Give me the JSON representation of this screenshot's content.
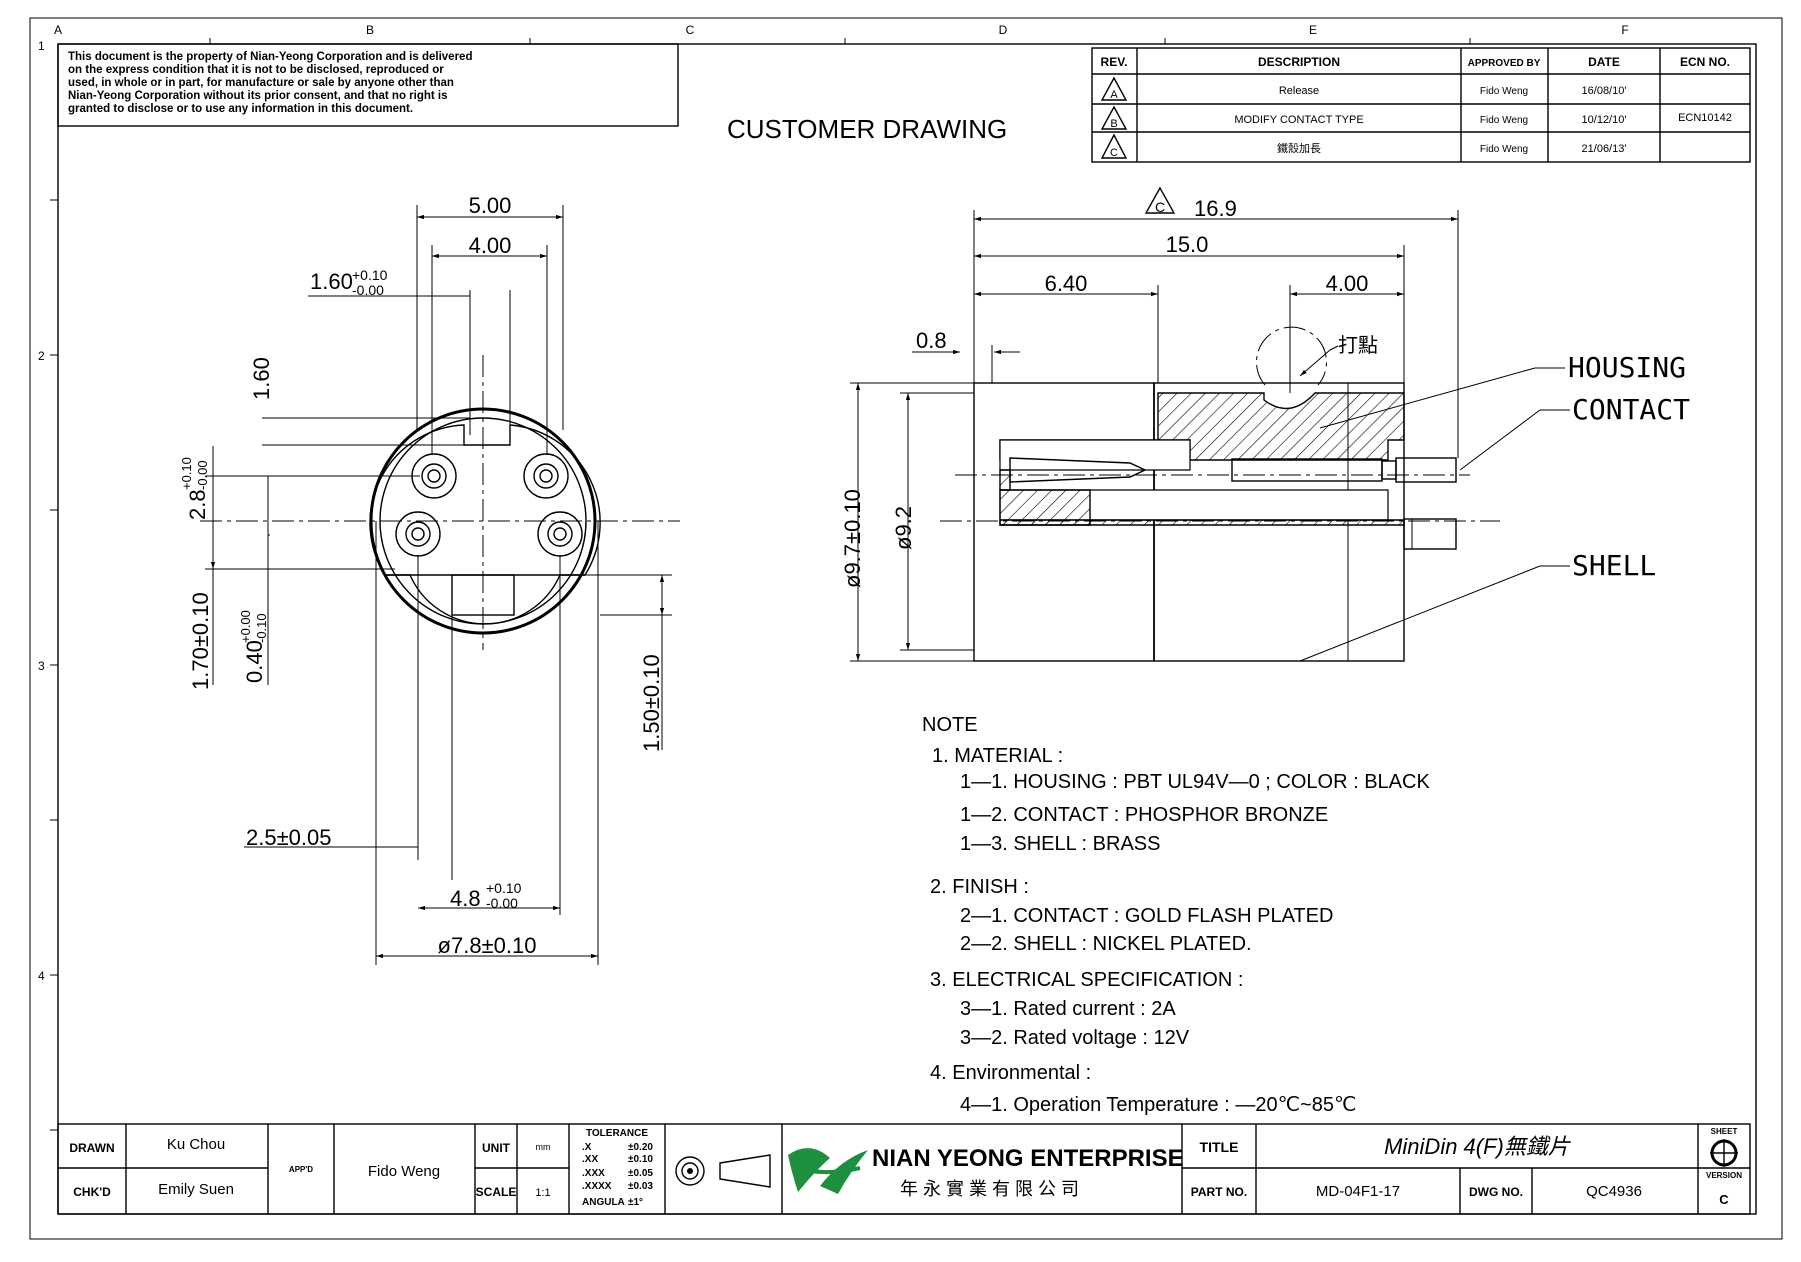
{
  "disclaimer": [
    "This document is the property of Nian-Yeong Corporation and is delivered",
    "on  the  express condition that it is not to be disclosed, reproduced or",
    "used, in whole or in part, for manufacture or sale by anyone other than",
    "Nian-Yeong Corporation without  its prior consent, and that  no right  is",
    "granted to disclose or to use any information in this  document."
  ],
  "drawing_title": "CUSTOMER  DRAWING",
  "grid": {
    "columns": [
      "A",
      "B",
      "C",
      "D",
      "E",
      "F"
    ],
    "rows": [
      "1",
      "2",
      "3",
      "4"
    ]
  },
  "revision_table": {
    "headers": [
      "REV.",
      "DESCRIPTION",
      "APPROVED BY",
      "DATE",
      "ECN NO."
    ],
    "rows": [
      {
        "rev": "A",
        "description": "Release",
        "approved": "Fido Weng",
        "date": "16/08/10'",
        "ecn": ""
      },
      {
        "rev": "B",
        "description": "MODIFY  CONTACT  TYPE",
        "approved": "Fido Weng",
        "date": "10/12/10'",
        "ecn": "ECN10142"
      },
      {
        "rev": "C",
        "description": "鐵殼加長",
        "approved": "Fido Weng",
        "date": "21/06/13'",
        "ecn": ""
      }
    ]
  },
  "front_view_dims": {
    "d_500": "5.00",
    "d_400": "4.00",
    "d_160_tol": "1.60",
    "tol_p010": "+0.10",
    "tol_m000": "-0.00",
    "d_160_v": "1.60",
    "d_28": "2.8",
    "d_170": "1.70±0.10",
    "d_040": "0.40",
    "tol_p000": "+0.00",
    "tol_m010": "-0.10",
    "d_150": "1.50±0.10",
    "d_25": "2.5±0.05",
    "d_48": "4.8",
    "d_78": "ø7.8±0.10"
  },
  "side_view_dims": {
    "rev_mark": "C",
    "d_169": "16.9",
    "d_150": "15.0",
    "d_640": "6.40",
    "d_400": "4.00",
    "d_08": "0.8",
    "mark_note": "打點",
    "d_97": "ø9.7±0.10",
    "d_92": "ø9.2"
  },
  "callouts": {
    "housing": "HOUSING",
    "contact": "CONTACT",
    "shell": "SHELL"
  },
  "notes": [
    {
      "text": "NOTE",
      "indent": 0
    },
    {
      "text": "1.  MATERIAL  :",
      "indent": 1
    },
    {
      "text": "1—1.  HOUSING  :  PBT  UL94V—0  ;  COLOR  :  BLACK",
      "indent": 2
    },
    {
      "text": "1—2.  CONTACT  :  PHOSPHOR  BRONZE",
      "indent": 2
    },
    {
      "text": "1—3.  SHELL  :  BRASS",
      "indent": 2
    },
    {
      "text": "2.  FINISH  :",
      "indent": 1
    },
    {
      "text": "2—1.  CONTACT  :  GOLD  FLASH  PLATED",
      "indent": 2
    },
    {
      "text": "2—2.  SHELL  :  NICKEL  PLATED.",
      "indent": 2
    },
    {
      "text": "3.  ELECTRICAL  SPECIFICATION  :",
      "indent": 1
    },
    {
      "text": "3—1.  Rated  current  :  2A",
      "indent": 2
    },
    {
      "text": "3—2.  Rated  voltage  :  12V",
      "indent": 2
    },
    {
      "text": "4.  Environmental  :",
      "indent": 1
    },
    {
      "text": "4—1.  Operation  Temperature  :  —20℃~85℃",
      "indent": 2
    }
  ],
  "title_block": {
    "drawn_label": "DRAWN",
    "drawn_value": "Ku Chou",
    "chkd_label": "CHK'D",
    "chkd_value": "Emily Suen",
    "appd_label": "APP'D",
    "appd_value": "Fido Weng",
    "unit_label": "UNIT",
    "unit_value": "mm",
    "scale_label": "SCALE",
    "scale_value": "1:1",
    "tolerance_title": "TOLERANCE",
    "tolerances": [
      {
        "k": ".X",
        "v": "±0.20"
      },
      {
        "k": ".XX",
        "v": "±0.10"
      },
      {
        "k": ".XXX",
        "v": "±0.05"
      },
      {
        "k": ".XXXX",
        "v": "±0.03"
      },
      {
        "k": "ANGULA",
        "v": "±1°"
      }
    ],
    "company_name": "NIAN YEONG ENTERPRISE",
    "company_cn": "年 永 實 業 有 限 公 司",
    "title_label": "TITLE",
    "title_value": "MiniDin  4(F)無鐵片",
    "part_label": "PART NO.",
    "part_value": "MD-04F1-17",
    "dwg_label": "DWG NO.",
    "dwg_value": "QC4936",
    "sheet_label": "SHEET",
    "version_label": "VERSION",
    "version_value": "C"
  }
}
